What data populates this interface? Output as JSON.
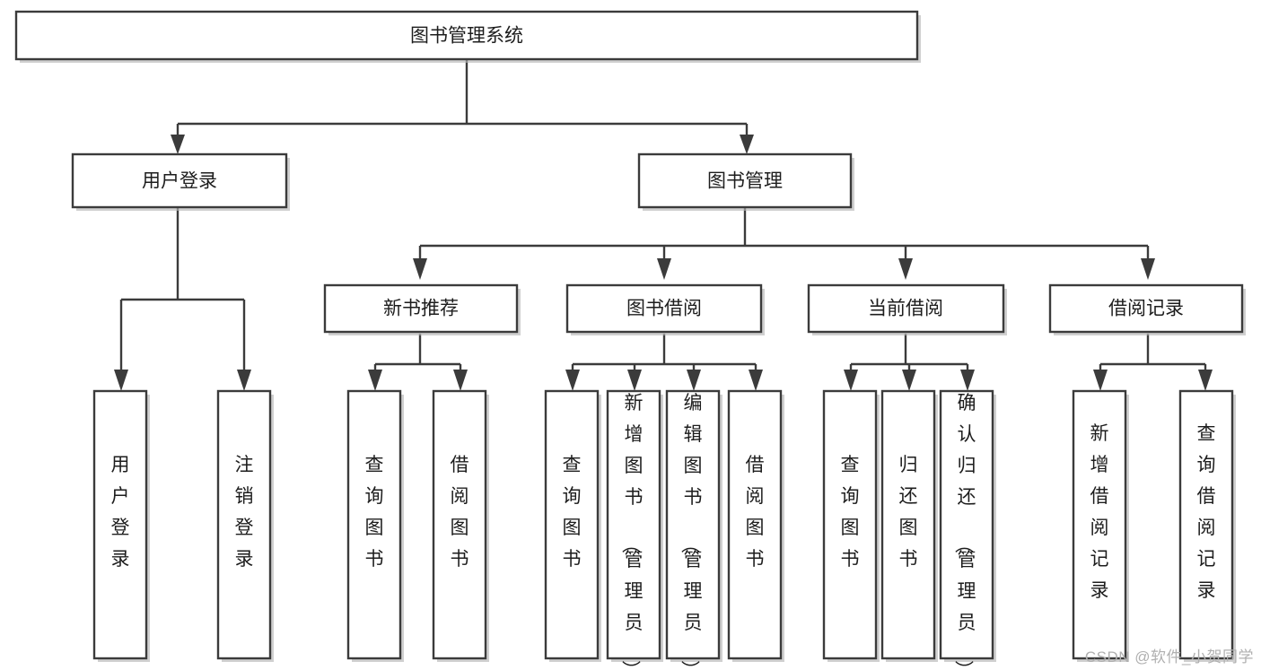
{
  "diagram": {
    "title": "图书管理系统",
    "type": "tree-hierarchy",
    "watermark": "CSDN @软件_小贺同学",
    "colors": {
      "box_stroke": "#3b3b3b",
      "box_fill": "#ffffff",
      "text": "#1d1d1d",
      "background": "#ffffff",
      "watermark": "#b0b0b0"
    },
    "nodes": {
      "root": {
        "label": "图书管理系统"
      },
      "level2": [
        {
          "label": "用户登录"
        },
        {
          "label": "图书管理"
        }
      ],
      "level3": [
        {
          "label": "新书推荐"
        },
        {
          "label": "图书借阅"
        },
        {
          "label": "当前借阅"
        },
        {
          "label": "借阅记录"
        }
      ],
      "leaves": {
        "user_login": [
          {
            "label": "用户登录"
          },
          {
            "label": "注销登录"
          }
        ],
        "new_book_recommend": [
          {
            "label": "查询图书"
          },
          {
            "label": "借阅图书"
          }
        ],
        "book_borrow": [
          {
            "label": "查询图书"
          },
          {
            "label": "新增图书（管理员）"
          },
          {
            "label": "编辑图书（管理员）"
          },
          {
            "label": "借阅图书"
          }
        ],
        "current_borrow": [
          {
            "label": "查询图书"
          },
          {
            "label": "归还图书"
          },
          {
            "label": "确认归还（管理员）"
          }
        ],
        "borrow_record": [
          {
            "label": "新增借阅记录"
          },
          {
            "label": "查询借阅记录"
          }
        ]
      }
    }
  }
}
